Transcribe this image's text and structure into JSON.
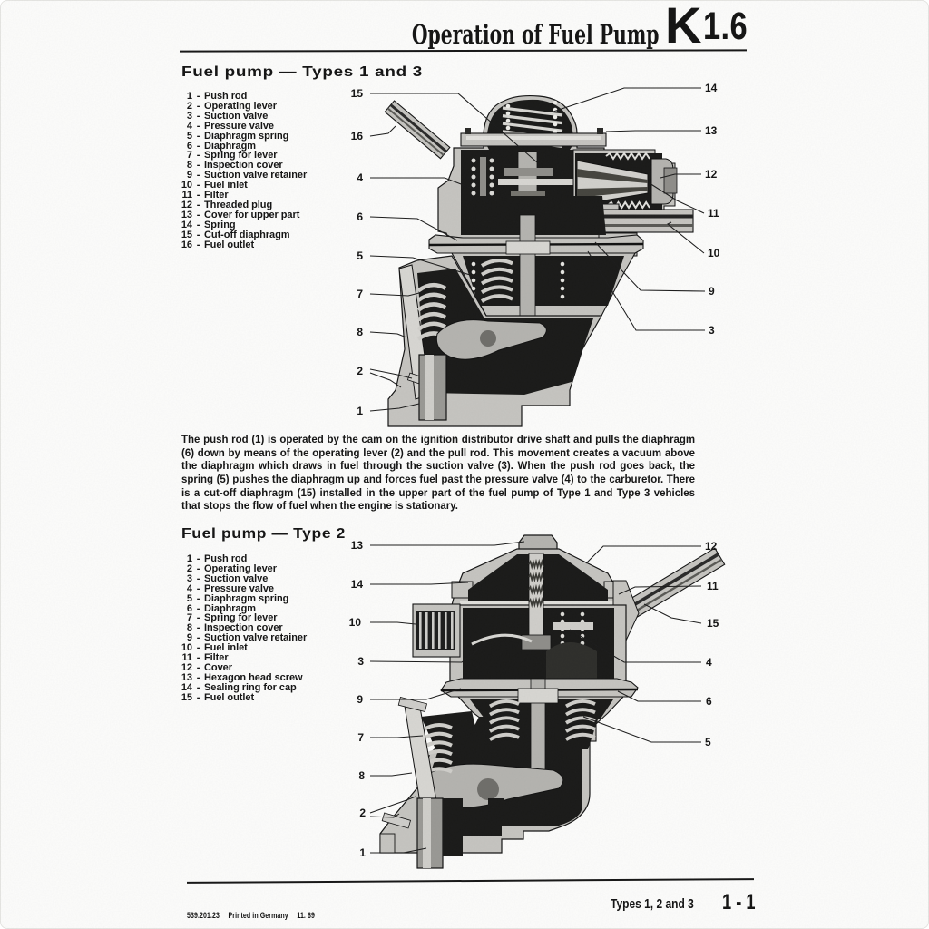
{
  "header": {
    "title": "Operation of Fuel Pump",
    "section_letter": "K",
    "section_code": "1.6"
  },
  "separator": "-",
  "section1": {
    "heading": "Fuel pump — Types 1 and 3",
    "parts": [
      {
        "num": "1",
        "name": "Push rod"
      },
      {
        "num": "2",
        "name": "Operating lever"
      },
      {
        "num": "3",
        "name": "Suction valve"
      },
      {
        "num": "4",
        "name": "Pressure valve"
      },
      {
        "num": "5",
        "name": "Diaphragm spring"
      },
      {
        "num": "6",
        "name": "Diaphragm"
      },
      {
        "num": "7",
        "name": "Spring for lever"
      },
      {
        "num": "8",
        "name": "Inspection cover"
      },
      {
        "num": "9",
        "name": "Suction valve retainer"
      },
      {
        "num": "10",
        "name": "Fuel inlet"
      },
      {
        "num": "11",
        "name": "Filter"
      },
      {
        "num": "12",
        "name": "Threaded plug"
      },
      {
        "num": "13",
        "name": "Cover for upper part"
      },
      {
        "num": "14",
        "name": "Spring"
      },
      {
        "num": "15",
        "name": "Cut-off diaphragm"
      },
      {
        "num": "16",
        "name": "Fuel outlet"
      }
    ]
  },
  "figure1": {
    "callouts_left": [
      "15",
      "16",
      "4",
      "6",
      "5",
      "7",
      "8",
      "2",
      "1"
    ],
    "callouts_right": [
      "14",
      "13",
      "12",
      "11",
      "10",
      "9",
      "3"
    ]
  },
  "description": "The push rod (1) is operated by the cam on the ignition distributor drive shaft and pulls the diaphragm (6) down by means of the operating lever (2) and the pull rod. This movement creates a vacuum above the diaphragm which draws in fuel through the suction valve (3). When the push rod goes back, the spring (5) pushes the diaphragm up and forces fuel past the pressure valve (4) to the carburetor. There is a cut-off diaphragm (15) installed in the upper part of the fuel pump of Type 1 and Type 3 vehicles that stops the flow of fuel when the engine is stationary.",
  "section2": {
    "heading": "Fuel pump — Type 2",
    "parts": [
      {
        "num": "1",
        "name": "Push rod"
      },
      {
        "num": "2",
        "name": "Operating lever"
      },
      {
        "num": "3",
        "name": "Suction valve"
      },
      {
        "num": "4",
        "name": "Pressure valve"
      },
      {
        "num": "5",
        "name": "Diaphragm spring"
      },
      {
        "num": "6",
        "name": "Diaphragm"
      },
      {
        "num": "7",
        "name": "Spring for lever"
      },
      {
        "num": "8",
        "name": "Inspection cover"
      },
      {
        "num": "9",
        "name": "Suction valve retainer"
      },
      {
        "num": "10",
        "name": "Fuel inlet"
      },
      {
        "num": "11",
        "name": "Filter"
      },
      {
        "num": "12",
        "name": "Cover"
      },
      {
        "num": "13",
        "name": "Hexagon head screw"
      },
      {
        "num": "14",
        "name": "Sealing ring for cap"
      },
      {
        "num": "15",
        "name": "Fuel outlet"
      }
    ]
  },
  "figure2": {
    "callouts_left": [
      "13",
      "14",
      "10",
      "3",
      "9",
      "7",
      "8",
      "2",
      "1"
    ],
    "callouts_right": [
      "12",
      "11",
      "15",
      "4",
      "6",
      "5"
    ]
  },
  "footer": {
    "types_label": "Types 1, 2 and 3",
    "page_number": "1 - 1",
    "imprint": {
      "code": "539.201.23",
      "printed": "Printed in Germany",
      "date": "11. 69"
    }
  },
  "colors": {
    "ink": "#141414",
    "body_gray": "#c6c5c1",
    "dark_gray": "#3c3c3c"
  }
}
